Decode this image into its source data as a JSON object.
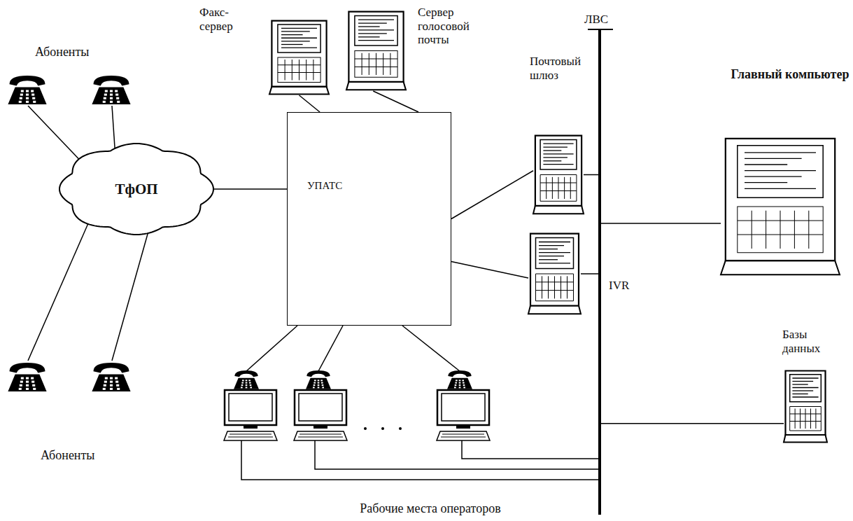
{
  "diagram": {
    "nodes": [
      {
        "text": [
          "Факс-сервер"
        ]
      },
      {
        "text": [
          "Сервер голосовой почты"
        ]
      },
      {
        "text": [
          "ЛВС"
        ]
      },
      {
        "text": [
          "Почтовый шлюз"
        ]
      },
      {
        "text": [
          "Главный компьютер"
        ]
      },
      {
        "text": [
          "ТфОП"
        ]
      },
      {
        "text": [
          "УПАТС"
        ]
      },
      {
        "text": [
          "IVR"
        ]
      },
      {
        "text": [
          "Базы данных"
        ]
      }
    ],
    "edges": [
      {
        "from": 0,
        "to": 6,
        "arrow": "none"
      },
      {
        "from": 1,
        "to": 6,
        "arrow": "none"
      },
      {
        "from": 6,
        "to": 3,
        "arrow": "none"
      },
      {
        "from": 3,
        "to": 2,
        "arrow": "none"
      },
      {
        "from": 4,
        "to": 2,
        "arrow": "none"
      },
      {
        "from": 5,
        "to": 6,
        "arrow": "none"
      },
      {
        "from": 6,
        "to": 7,
        "arrow": "none"
      },
      {
        "from": 7,
        "to": 2,
        "arrow": "none"
      },
      {
        "from": 8,
        "to": 2,
        "arrow": "none"
      }
    ],
    "labels": [
      "Абоненты",
      "Абоненты",
      "Рабочие места операторов"
    ]
  }
}
